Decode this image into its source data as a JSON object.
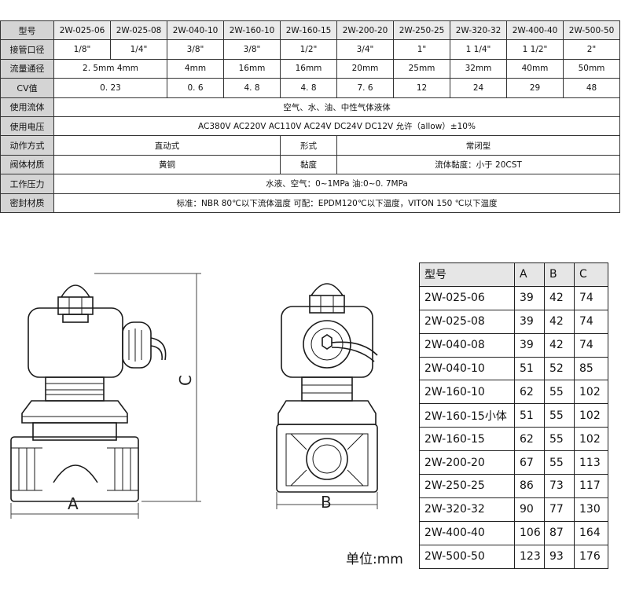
{
  "spec_table": {
    "models_label": "型号",
    "models": [
      "2W-025-06",
      "2W-025-08",
      "2W-040-10",
      "2W-160-10",
      "2W-160-15",
      "2W-200-20",
      "2W-250-25",
      "2W-320-32",
      "2W-400-40",
      "2W-500-50"
    ],
    "port_label": "接管口径",
    "ports": [
      "1/8\"",
      "1/4\"",
      "3/8\"",
      "3/8\"",
      "1/2\"",
      "3/4\"",
      "1\"",
      "1 1/4\"",
      "1 1/2\"",
      "2\""
    ],
    "flow_label": "流量通径",
    "flow": [
      "2. 5mm 4mm",
      "4mm",
      "16mm",
      "16mm",
      "20mm",
      "25mm",
      "32mm",
      "40mm",
      "50mm"
    ],
    "cv_label": "CV值",
    "cv": [
      "0. 23",
      "0. 6",
      "4. 8",
      "4. 8",
      "7. 6",
      "12",
      "24",
      "29",
      "48"
    ],
    "fluid_label": "使用流体",
    "fluid": "空气、水、油、中性气体液体",
    "voltage_label": "使用电压",
    "voltage": "AC380V AC220V  AC110V  AC24V DC24V  DC12V    允许（allow）±10%",
    "action_label": "动作方式",
    "action": "直动式",
    "form_label": "形式",
    "form": "常闭型",
    "body_label": "阀体材质",
    "body": "黄铜",
    "viscosity_label": "黏度",
    "viscosity": "流体黏度：小于 20CST",
    "pressure_label": "工作压力",
    "pressure": "水液、空气：0~1MPa  油:0~0. 7MPa",
    "seal_label": "密封材质",
    "seal": "标准：NBR 80℃以下流体温度  可配：EPDM120℃以下温度，VITON  150 ℃以下温度"
  },
  "dims_table": {
    "headers": [
      "型号",
      "A",
      "B",
      "C"
    ],
    "rows": [
      [
        "2W-025-06",
        "39",
        "42",
        "74"
      ],
      [
        "2W-025-08",
        "39",
        "42",
        "74"
      ],
      [
        "2W-040-08",
        "39",
        "42",
        "74"
      ],
      [
        "2W-040-10",
        "51",
        "52",
        "85"
      ],
      [
        "2W-160-10",
        "62",
        "55",
        "102"
      ],
      [
        "2W-160-15小体",
        "51",
        "55",
        "102"
      ],
      [
        "2W-160-15",
        "62",
        "55",
        "102"
      ],
      [
        "2W-200-20",
        "67",
        "55",
        "113"
      ],
      [
        "2W-250-25",
        "86",
        "73",
        "117"
      ],
      [
        "2W-320-32",
        "90",
        "77",
        "130"
      ],
      [
        "2W-400-40",
        "106",
        "87",
        "164"
      ],
      [
        "2W-500-50",
        "123",
        "93",
        "176"
      ]
    ]
  },
  "drawing": {
    "label_a": "A",
    "label_b": "B",
    "label_c": "C"
  },
  "unit": "单位:mm"
}
